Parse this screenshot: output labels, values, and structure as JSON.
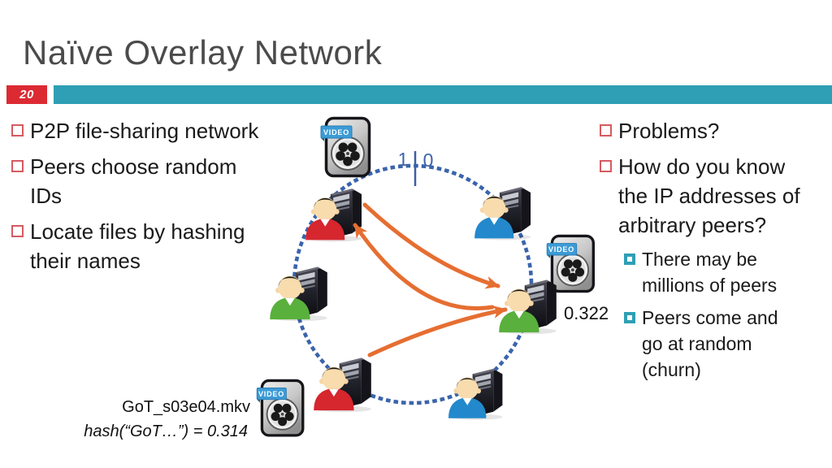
{
  "slide": {
    "title": "Naïve Overlay Network",
    "slide_number": "20",
    "colors": {
      "accent_teal": "#2e9fb5",
      "accent_red": "#dc2a33",
      "bullet_outline_red": "#d65a60",
      "ring_blue": "#3a64ac",
      "arrow_orange": "#e66e31",
      "title_gray": "#4b4b4b",
      "body_text": "#1a1a1a"
    },
    "left_bullets": [
      "P2P file-sharing network",
      "Peers choose random IDs",
      "Locate files by hashing their names"
    ],
    "right_bullets": [
      {
        "text": "Problems?",
        "sub": []
      },
      {
        "text": "How do you know the IP addresses of arbitrary peers?",
        "sub": [
          "There may be millions of peers",
          "Peers come and go at random (churn)"
        ]
      }
    ],
    "diagram": {
      "ring_tick_left": "1",
      "ring_tick_right": "0",
      "video_badge": "VIDEO",
      "file_name": "GoT_s03e04.mkv",
      "hash_text": "hash(“GoT…”) = 0.314",
      "peers": [
        {
          "position": "top-left",
          "shirt_color": "#d6262e"
        },
        {
          "position": "top-right",
          "shirt_color": "#2389cc"
        },
        {
          "position": "left",
          "shirt_color": "#59b03c"
        },
        {
          "position": "right",
          "shirt_color": "#59b03c",
          "label": "0.322"
        },
        {
          "position": "bottom-left",
          "shirt_color": "#d6262e"
        },
        {
          "position": "bottom-right",
          "shirt_color": "#2389cc"
        }
      ],
      "arrows": [
        {
          "from": "top-left-peer",
          "to": "peer-0.322"
        },
        {
          "from": "peer-0.322",
          "to": "top-left-peer"
        },
        {
          "from": "bottom-left-peer",
          "to": "peer-0.322"
        }
      ]
    }
  }
}
